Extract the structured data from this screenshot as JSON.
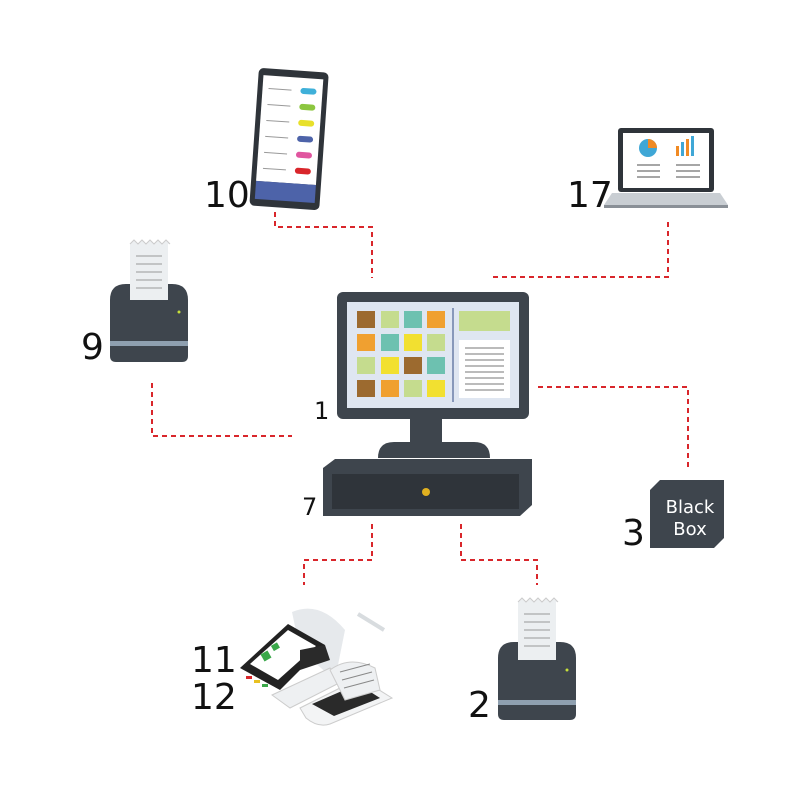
{
  "colors": {
    "connector": "#d9262b",
    "device_dark": "#3e454d",
    "device_stripe": "#8fa0b0",
    "screen_bg": "#dfe6f1"
  },
  "devices": [
    {
      "id": "pos-terminal",
      "label": "1"
    },
    {
      "id": "receipt-printer-main",
      "label": "2"
    },
    {
      "id": "black-box",
      "label": "3",
      "text_line1": "Black",
      "text_line2": "Box"
    },
    {
      "id": "cash-drawer",
      "label": "7"
    },
    {
      "id": "kitchen-printer",
      "label": "9"
    },
    {
      "id": "tablet",
      "label": "10"
    },
    {
      "id": "payment-terminal",
      "label": "11"
    },
    {
      "id": "mobile-receipt",
      "label": "12"
    },
    {
      "id": "laptop",
      "label": "17"
    }
  ]
}
